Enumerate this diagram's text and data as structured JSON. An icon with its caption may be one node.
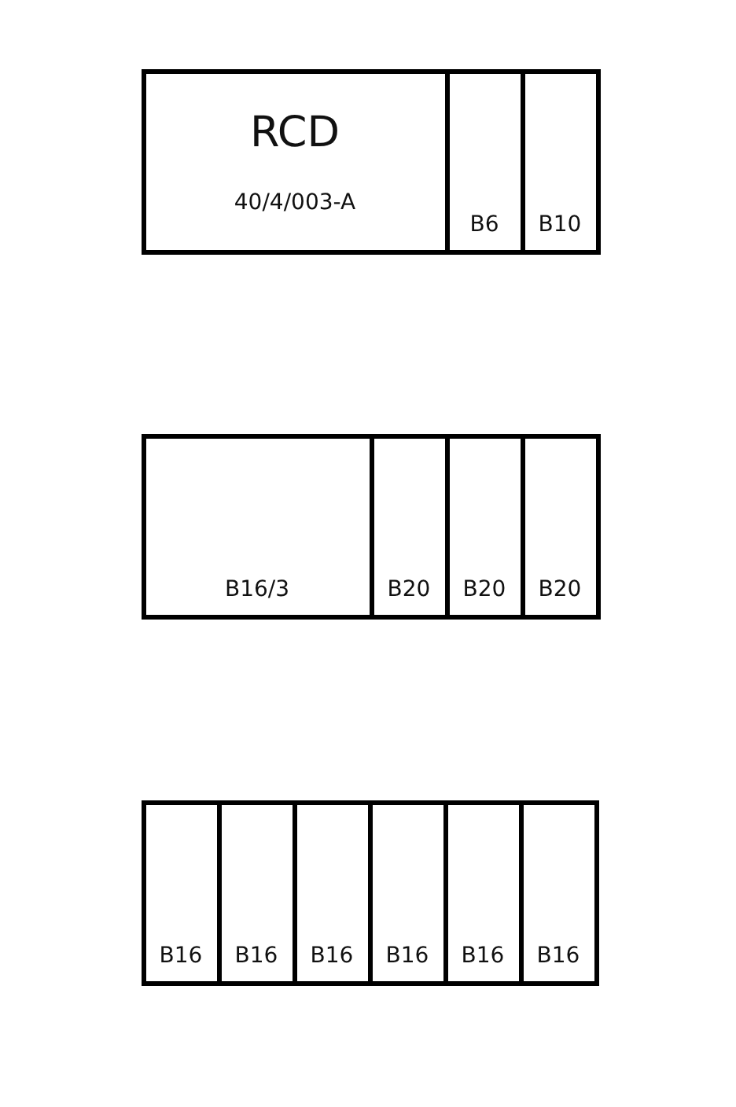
{
  "diagram": {
    "nodes": [
      {
        "text": [
          "RCD",
          "40/4/003-A"
        ]
      },
      {
        "text": [
          "B6"
        ]
      },
      {
        "text": [
          "B10"
        ]
      },
      {
        "text": [
          "B16/3"
        ]
      },
      {
        "text": [
          "B20"
        ]
      },
      {
        "text": [
          "B20"
        ]
      },
      {
        "text": [
          "B20"
        ]
      },
      {
        "text": [
          "B16"
        ]
      },
      {
        "text": [
          "B16"
        ]
      },
      {
        "text": [
          "B16"
        ]
      },
      {
        "text": [
          "B16"
        ]
      },
      {
        "text": [
          "B16"
        ]
      },
      {
        "text": [
          "B16"
        ]
      }
    ]
  }
}
